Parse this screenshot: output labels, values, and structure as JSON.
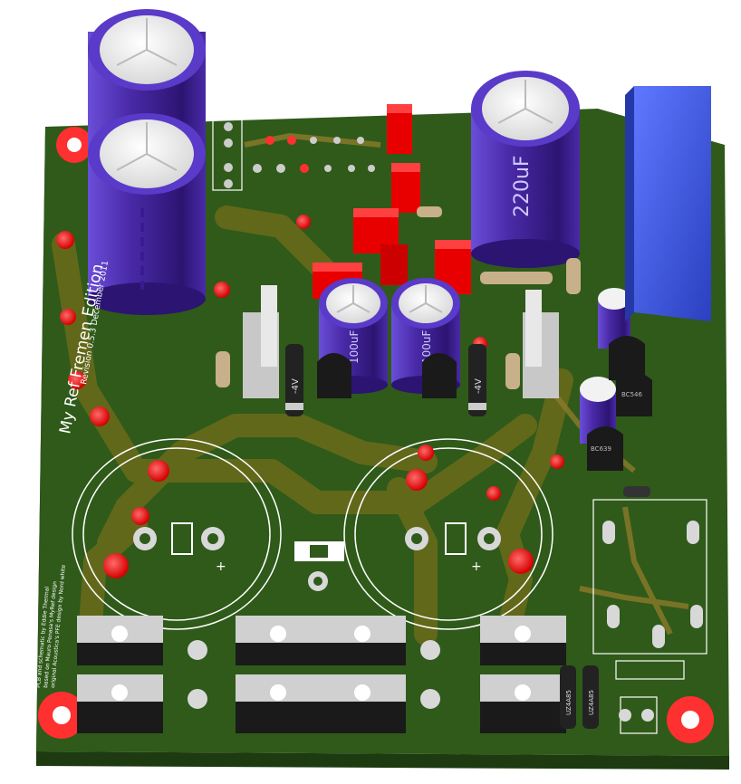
{
  "board": {
    "title": "My Ref Fremen Edition",
    "revision": "Revision 0.5.3 December 2011",
    "credits": [
      "PCB and schematic by Eddie Thermal",
      "based on Mauro Penasa's MyRef design",
      "original Acoustica's PFE design by Nord white"
    ]
  },
  "capacitors": {
    "main_cap_label": "220uF",
    "small_cap_left_label": "100uF",
    "small_cap_right_label": "100uF"
  },
  "diodes": {
    "zener_left_label": "-4V",
    "zener_right_label": "-4V"
  },
  "transistors": {
    "t1_label": "BC546",
    "t2_label": "BC639"
  },
  "rectifiers": {
    "left_label": "UZ4A85",
    "right_label": "UZ4A85"
  },
  "colors": {
    "pcb": "#2f5a1a",
    "trace": "#6b6b1a",
    "copper": "#8c7a2a",
    "capacitor_body": "#4a2aa8",
    "capacitor_top": "#f2f2f2",
    "red_pad": "#ff1a1a",
    "relay": "#3a55d8",
    "silkscreen": "#ffffff"
  }
}
